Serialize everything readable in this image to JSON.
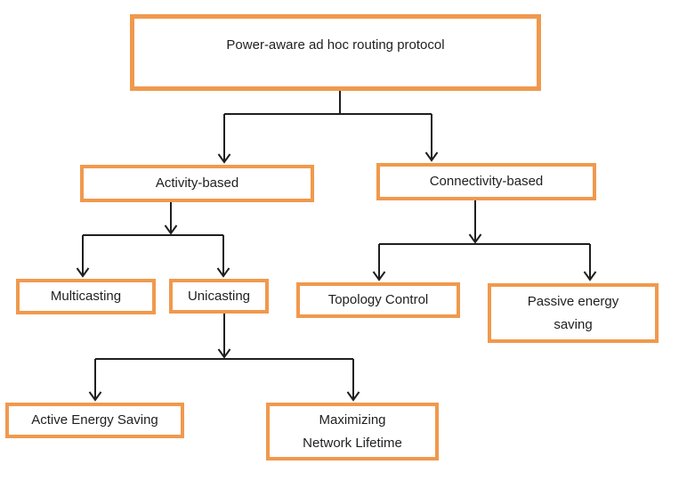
{
  "diagram": {
    "type": "tree-flowchart",
    "background_color": "#ffffff",
    "box_border_color": "#F0994D",
    "box_fill_color": "#ffffff",
    "line_color": "#1f1f1f",
    "text_color": "#1f1f1f",
    "nodes": {
      "root": {
        "label": "Power-aware ad hoc routing protocol"
      },
      "activity_based": {
        "label": "Activity-based"
      },
      "connectivity_based": {
        "label": "Connectivity-based"
      },
      "multicasting": {
        "label": "Multicasting"
      },
      "unicasting": {
        "label": "Unicasting"
      },
      "topology_control": {
        "label": "Topology Control"
      },
      "passive_energy_saving": {
        "label": "Passive energy\nsaving"
      },
      "active_energy_saving": {
        "label": "Active Energy Saving"
      },
      "maximizing_network_lifetime": {
        "label": "Maximizing\nNetwork Lifetime"
      }
    },
    "edges": [
      {
        "from": "root",
        "to": "activity_based"
      },
      {
        "from": "root",
        "to": "connectivity_based"
      },
      {
        "from": "activity_based",
        "to": "multicasting"
      },
      {
        "from": "activity_based",
        "to": "unicasting"
      },
      {
        "from": "unicasting",
        "to": "active_energy_saving"
      },
      {
        "from": "unicasting",
        "to": "maximizing_network_lifetime"
      },
      {
        "from": "connectivity_based",
        "to": "topology_control"
      },
      {
        "from": "connectivity_based",
        "to": "passive_energy_saving"
      }
    ]
  }
}
